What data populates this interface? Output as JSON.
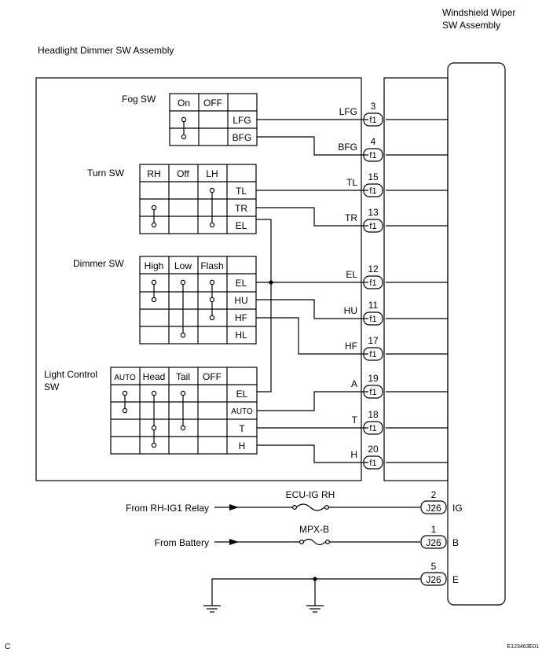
{
  "titles": {
    "wiper_line1": "Windshield Wiper",
    "wiper_line2": "SW Assembly",
    "dimmer_assembly": "Headlight Dimmer SW Assembly"
  },
  "fog_sw": {
    "label": "Fog SW",
    "headers": [
      "On",
      "OFF"
    ],
    "rows": [
      "LFG",
      "BFG"
    ]
  },
  "turn_sw": {
    "label": "Turn SW",
    "headers": [
      "RH",
      "Off",
      "LH"
    ],
    "rows": [
      "TL",
      "TR",
      "EL"
    ]
  },
  "dimmer_sw": {
    "label": "Dimmer SW",
    "headers": [
      "High",
      "Low",
      "Flash"
    ],
    "rows": [
      "EL",
      "HU",
      "HF",
      "HL"
    ]
  },
  "light_sw": {
    "label_line1": "Light Control",
    "label_line2": "SW",
    "headers": [
      "AUTO",
      "Head",
      "Tail",
      "OFF"
    ],
    "rows": [
      "EL",
      "AUTO",
      "T",
      "H"
    ]
  },
  "connectors": [
    {
      "wire": "LFG",
      "pin": "3",
      "conn": "f1"
    },
    {
      "wire": "BFG",
      "pin": "4",
      "conn": "f1"
    },
    {
      "wire": "TL",
      "pin": "15",
      "conn": "f1"
    },
    {
      "wire": "TR",
      "pin": "13",
      "conn": "f1"
    },
    {
      "wire": "EL",
      "pin": "12",
      "conn": "f1"
    },
    {
      "wire": "HU",
      "pin": "11",
      "conn": "f1"
    },
    {
      "wire": "HF",
      "pin": "17",
      "conn": "f1"
    },
    {
      "wire": "A",
      "pin": "19",
      "conn": "f1"
    },
    {
      "wire": "T",
      "pin": "18",
      "conn": "f1"
    },
    {
      "wire": "H",
      "pin": "20",
      "conn": "f1"
    }
  ],
  "power": [
    {
      "source": "From RH-IG1 Relay",
      "fuse": "ECU-IG RH",
      "pin": "2",
      "conn": "J26",
      "terminal": "IG"
    },
    {
      "source": "From Battery",
      "fuse": "MPX-B",
      "pin": "1",
      "conn": "J26",
      "terminal": "B"
    },
    {
      "source": "",
      "fuse": "",
      "pin": "5",
      "conn": "J26",
      "terminal": "E"
    }
  ],
  "footer": {
    "left": "C",
    "right": "E123463E01"
  }
}
